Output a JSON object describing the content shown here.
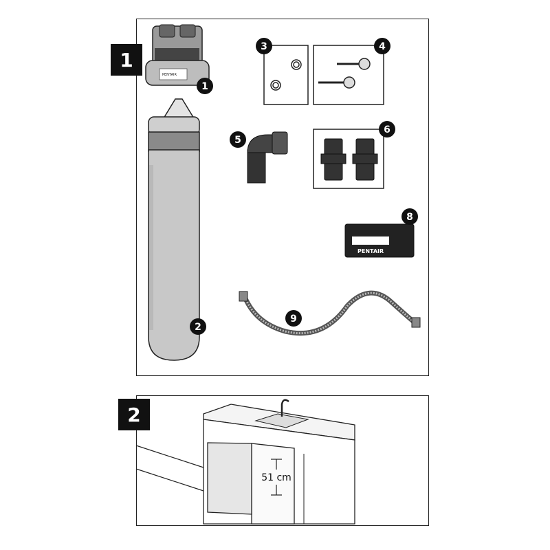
{
  "step1": {
    "badge": "1",
    "parts": [
      "1",
      "2",
      "3",
      "4",
      "5",
      "6",
      "8",
      "9"
    ],
    "label_brand": "PENTAIR"
  },
  "step2": {
    "badge": "2",
    "dimension": "51 cm"
  },
  "colors": {
    "badge_bg": "#111111",
    "frame": "#222222",
    "cartridge_body": "#c8c8c8",
    "cartridge_band": "#8a8a8a",
    "dark_part": "#333333"
  }
}
